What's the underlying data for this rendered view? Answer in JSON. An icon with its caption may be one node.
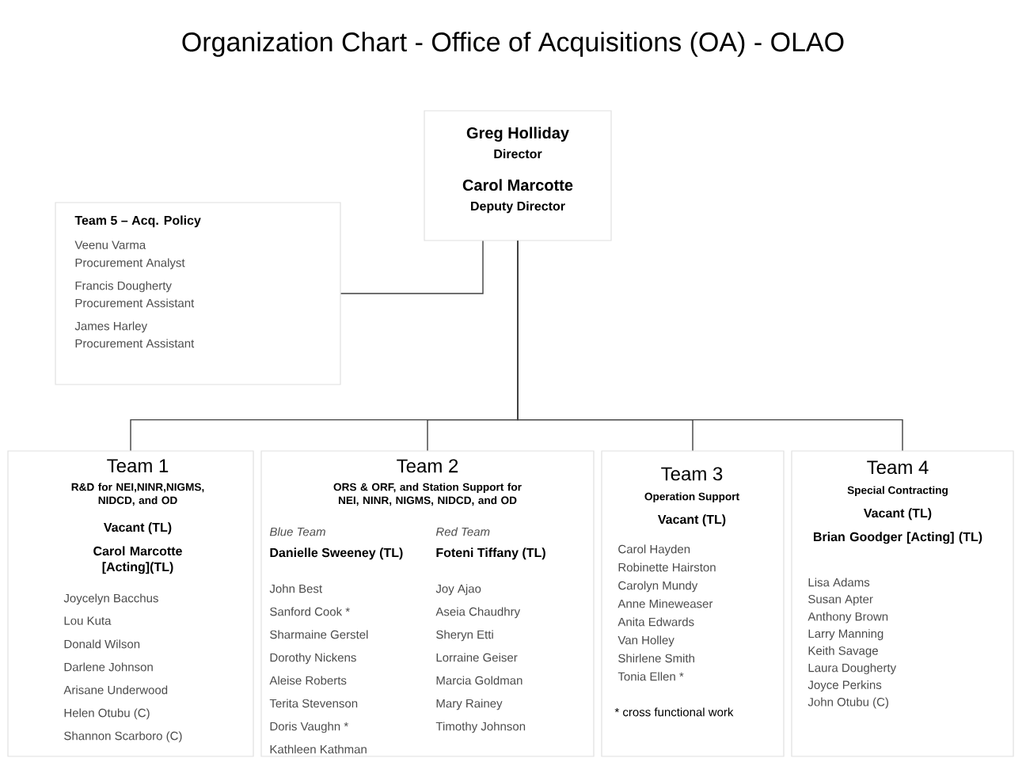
{
  "diagram": {
    "title": "Organization Chart - Office of Acquisitions (OA) - OLAO",
    "nodes": [
      {
        "text": [
          "Greg Holliday",
          "Director",
          "Carol Marcotte",
          "Deputy Director"
        ]
      },
      {
        "text": [
          "Team 5 – Acq. Policy",
          "Veenu Varma",
          "Procurement Analyst",
          "Francis Dougherty",
          "Procurement Assistant",
          "James Harley",
          "Procurement Assistant"
        ]
      },
      {
        "text": [
          "Team 1",
          "R&D for NEI,NINR,NIGMS, NIDCD, and OD",
          "Vacant (TL)",
          "Carol Marcotte [Acting](TL)",
          "Joycelyn Bacchus",
          "Lou Kuta",
          "Donald Wilson",
          "Darlene Johnson",
          "Arisane Underwood",
          "Helen Otubu (C)",
          "Shannon Scarboro (C)"
        ]
      },
      {
        "text": [
          "Team 2",
          "ORS & ORF, and Station Support for NEI, NINR, NIGMS, NIDCD, and OD",
          "Blue Team",
          "Danielle Sweeney (TL)",
          "John Best",
          "Sanford Cook *",
          "Sharmaine Gerstel",
          "Dorothy Nickens",
          "Aleise Roberts",
          "Terita Stevenson",
          "Doris Vaughn *",
          "Kathleen Kathman",
          "Red Team",
          "Foteni Tiffany (TL)",
          "Joy Ajao",
          "Aseia Chaudhry",
          "Sheryn Etti",
          "Lorraine Geiser",
          "Marcia Goldman",
          "Mary Rainey",
          "Timothy Johnson"
        ]
      },
      {
        "text": [
          "Team 3",
          "Operation Support",
          "Vacant (TL)",
          "Carol Hayden",
          "Robinette Hairston",
          "Carolyn Mundy",
          "Anne Mineweaser",
          "Anita  Edwards",
          "Van Holley",
          "Shirlene Smith",
          "Tonia Ellen *"
        ]
      },
      {
        "text": [
          "Team 4",
          "Special Contracting",
          "Vacant (TL)",
          "Brian Goodger [Acting] (TL)",
          "Lisa Adams",
          "Susan Apter",
          "Anthony Brown",
          "Larry Manning",
          "Keith Savage",
          "Laura Dougherty",
          "Joyce Perkins",
          "John Otubu (C)"
        ]
      }
    ],
    "edges": [
      {
        "from": 0,
        "to": 1,
        "arrow": "none"
      },
      {
        "from": 0,
        "to": 2,
        "arrow": "none"
      },
      {
        "from": 0,
        "to": 3,
        "arrow": "none"
      },
      {
        "from": 0,
        "to": 4,
        "arrow": "none"
      },
      {
        "from": 0,
        "to": 5,
        "arrow": "none"
      }
    ],
    "labels": [
      "* cross functional work"
    ]
  }
}
